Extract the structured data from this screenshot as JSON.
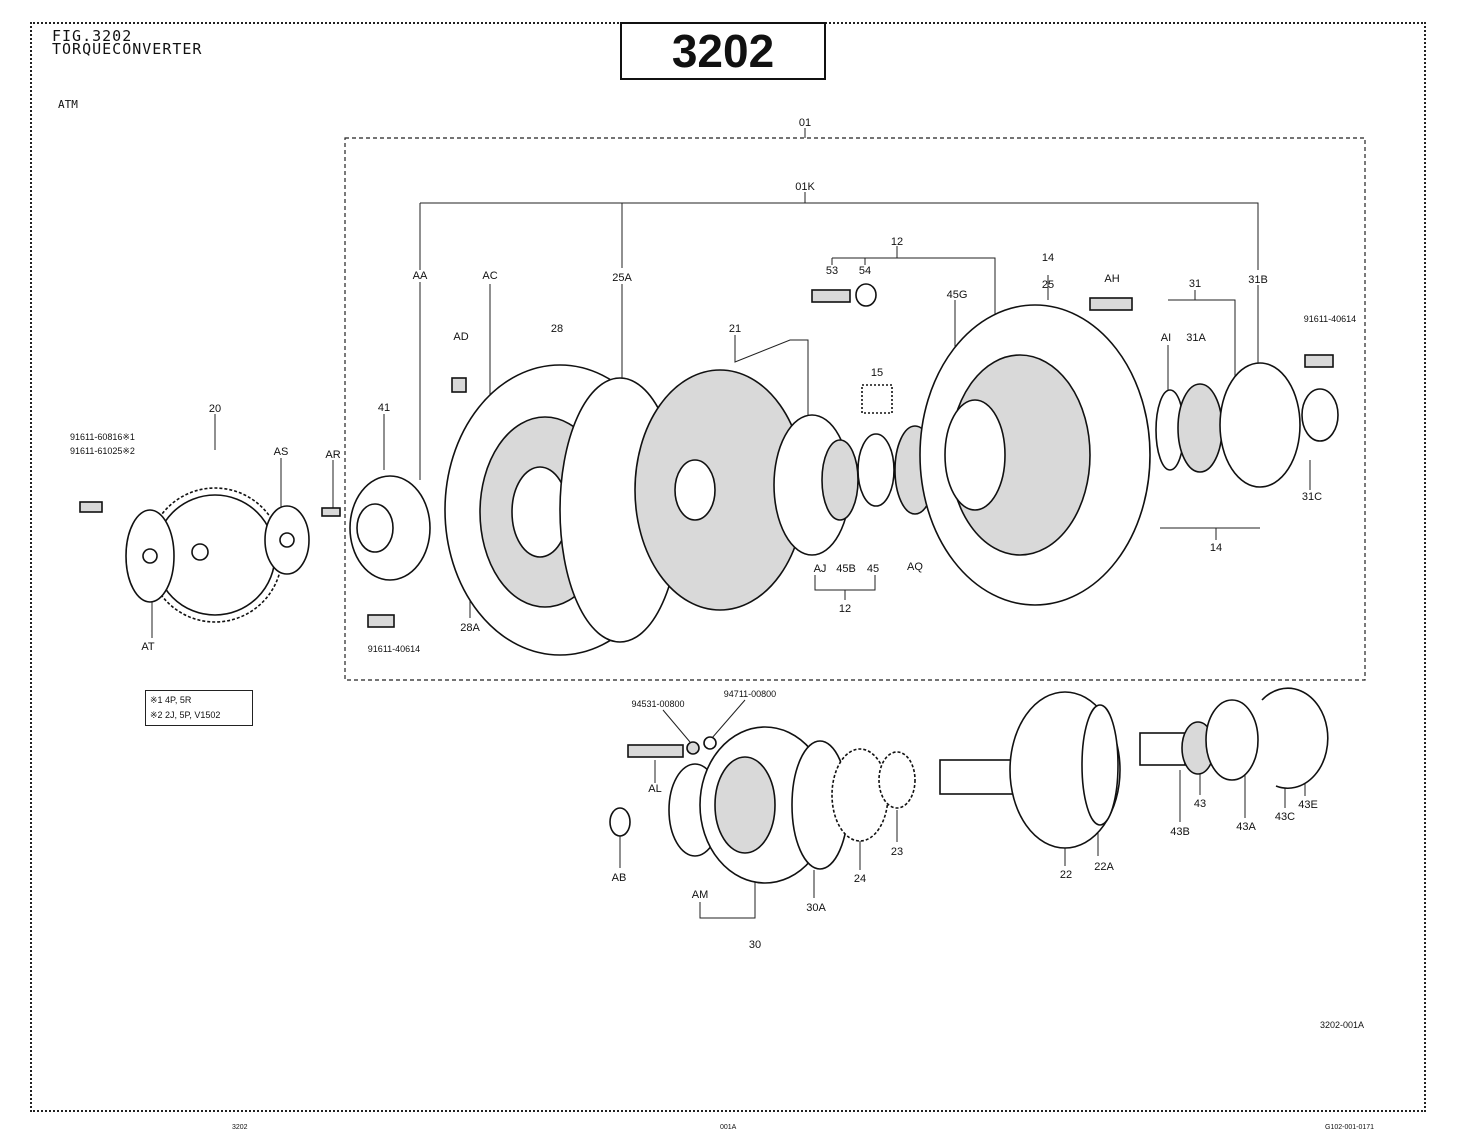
{
  "header": {
    "fig_line1": "FIG.3202",
    "fig_line2": "TORQUECONVERTER",
    "page_number": "3202",
    "section": "ATM"
  },
  "legend": {
    "line1": "※1  4P, 5R",
    "line2": "※2  2J, 5P, V1502"
  },
  "drawing_ref": "3202-001A",
  "footer": {
    "left": "3202",
    "center": "001A",
    "right": "G102-001-0171"
  },
  "callouts": {
    "c01": "01",
    "c01K": "01K",
    "c12a": "12",
    "c53": "53",
    "c54": "54",
    "c14a": "14",
    "c25": "25",
    "cAH": "AH",
    "c31": "31",
    "c31B": "31B",
    "cBolt1": "91611-40614",
    "cAA": "AA",
    "cAC": "AC",
    "c25A": "25A",
    "cAD": "AD",
    "c28": "28",
    "c21": "21",
    "c45G": "45G",
    "cAI": "AI",
    "c31A": "31A",
    "c15": "15",
    "c20": "20",
    "cBolt2a": "91611-60816※1",
    "cBolt2b": "91611-61025※2",
    "cAS": "AS",
    "cAR": "AR",
    "c41": "41",
    "c31C": "31C",
    "cAJ": "AJ",
    "c45B": "45B",
    "c45": "45",
    "cAQ": "AQ",
    "c14b": "14",
    "c12b": "12",
    "c28A": "28A",
    "cAT": "AT",
    "cBolt3": "91611-40614",
    "cWasher1": "94531-00800",
    "cWasher2": "94711-00800",
    "cAL": "AL",
    "cAB": "AB",
    "cAM": "AM",
    "c30": "30",
    "c30A": "30A",
    "c24": "24",
    "c23": "23",
    "c22": "22",
    "c22A": "22A",
    "c43B": "43B",
    "c43": "43",
    "c43A": "43A",
    "c43C": "43C",
    "c43E": "43E"
  }
}
